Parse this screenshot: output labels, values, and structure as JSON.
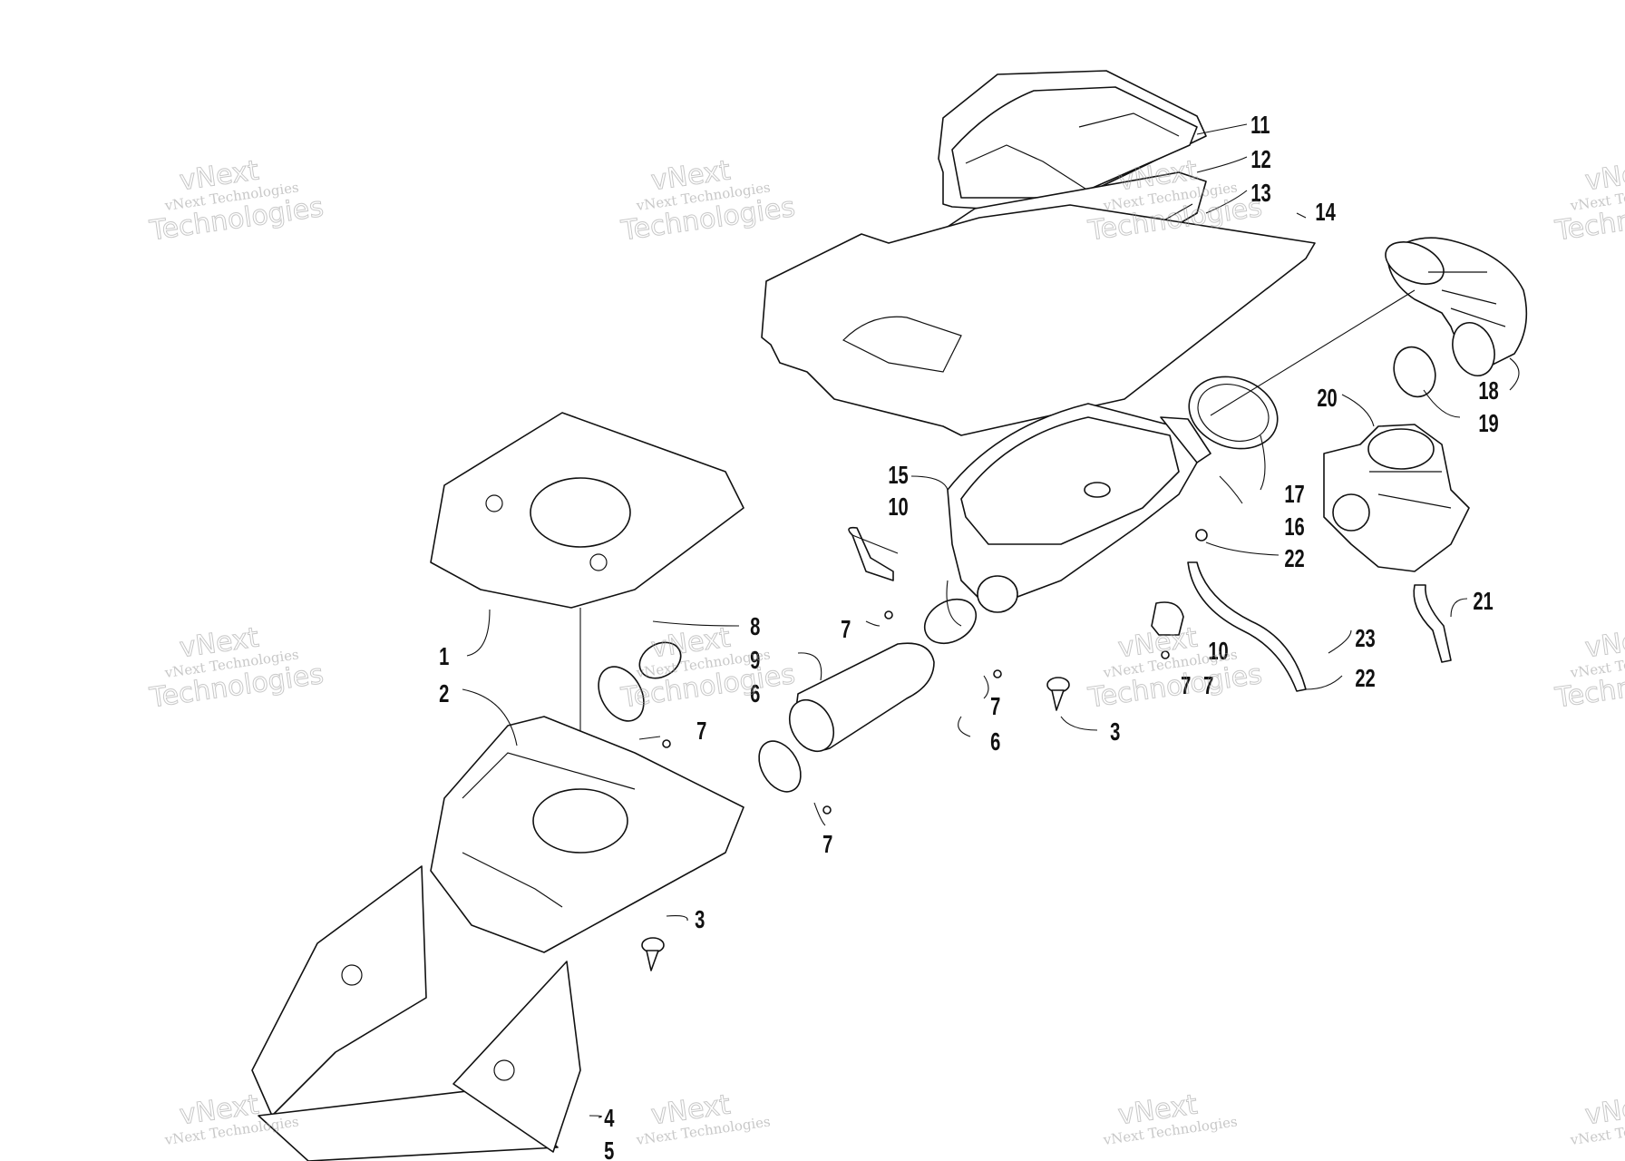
{
  "watermark": {
    "line_small": "vNext Technologies",
    "line_big": "Technologies",
    "line_top": "vNext"
  },
  "callouts": [
    "1",
    "2",
    "3",
    "3",
    "4",
    "5",
    "6",
    "6",
    "7",
    "7",
    "7",
    "7",
    "7",
    "7",
    "8",
    "9",
    "10",
    "10",
    "11",
    "12",
    "13",
    "14",
    "15",
    "16",
    "17",
    "18",
    "19",
    "20",
    "21",
    "22",
    "22",
    "23"
  ]
}
